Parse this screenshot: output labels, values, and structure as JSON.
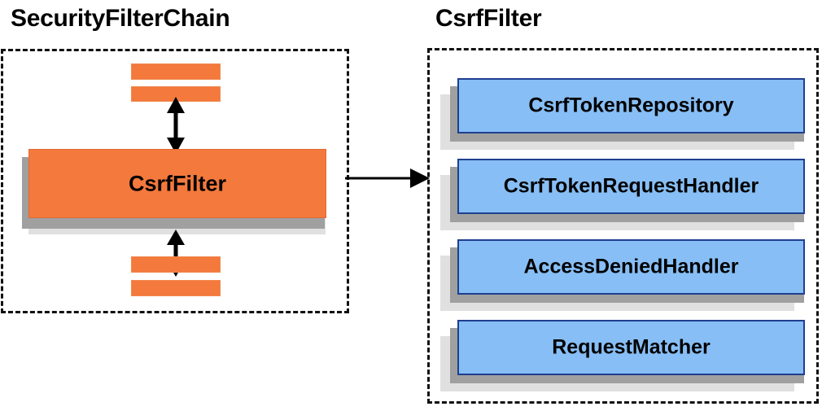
{
  "diagram": {
    "title_left": "SecurityFilterChain",
    "title_right": "CsrfFilter",
    "colors": {
      "orange_fill": "#f4793c",
      "orange_border": "#e06a33",
      "blue_fill": "#87bef5",
      "blue_border": "#1f3f8f",
      "shadow_dark": "#a0a0a0",
      "shadow_light": "#e0e0e0",
      "panel_border": "#111111",
      "text": "#000000"
    }
  },
  "left_panel": {
    "filter_box_label": "CsrfFilter",
    "bars": [
      {
        "name": "filter-bar-top-1"
      },
      {
        "name": "filter-bar-top-2"
      },
      {
        "name": "filter-bar-bottom-1"
      },
      {
        "name": "filter-bar-bottom-2"
      }
    ]
  },
  "right_panel": {
    "components": [
      {
        "label": "CsrfTokenRepository"
      },
      {
        "label": "CsrfTokenRequestHandler"
      },
      {
        "label": "AccessDeniedHandler"
      },
      {
        "label": "RequestMatcher"
      }
    ]
  },
  "connectors": {
    "up_arrow": "double-headed-vertical-arrow",
    "down_arrow": "double-headed-vertical-arrow",
    "panel_link": "single-headed-horizontal-arrow"
  }
}
